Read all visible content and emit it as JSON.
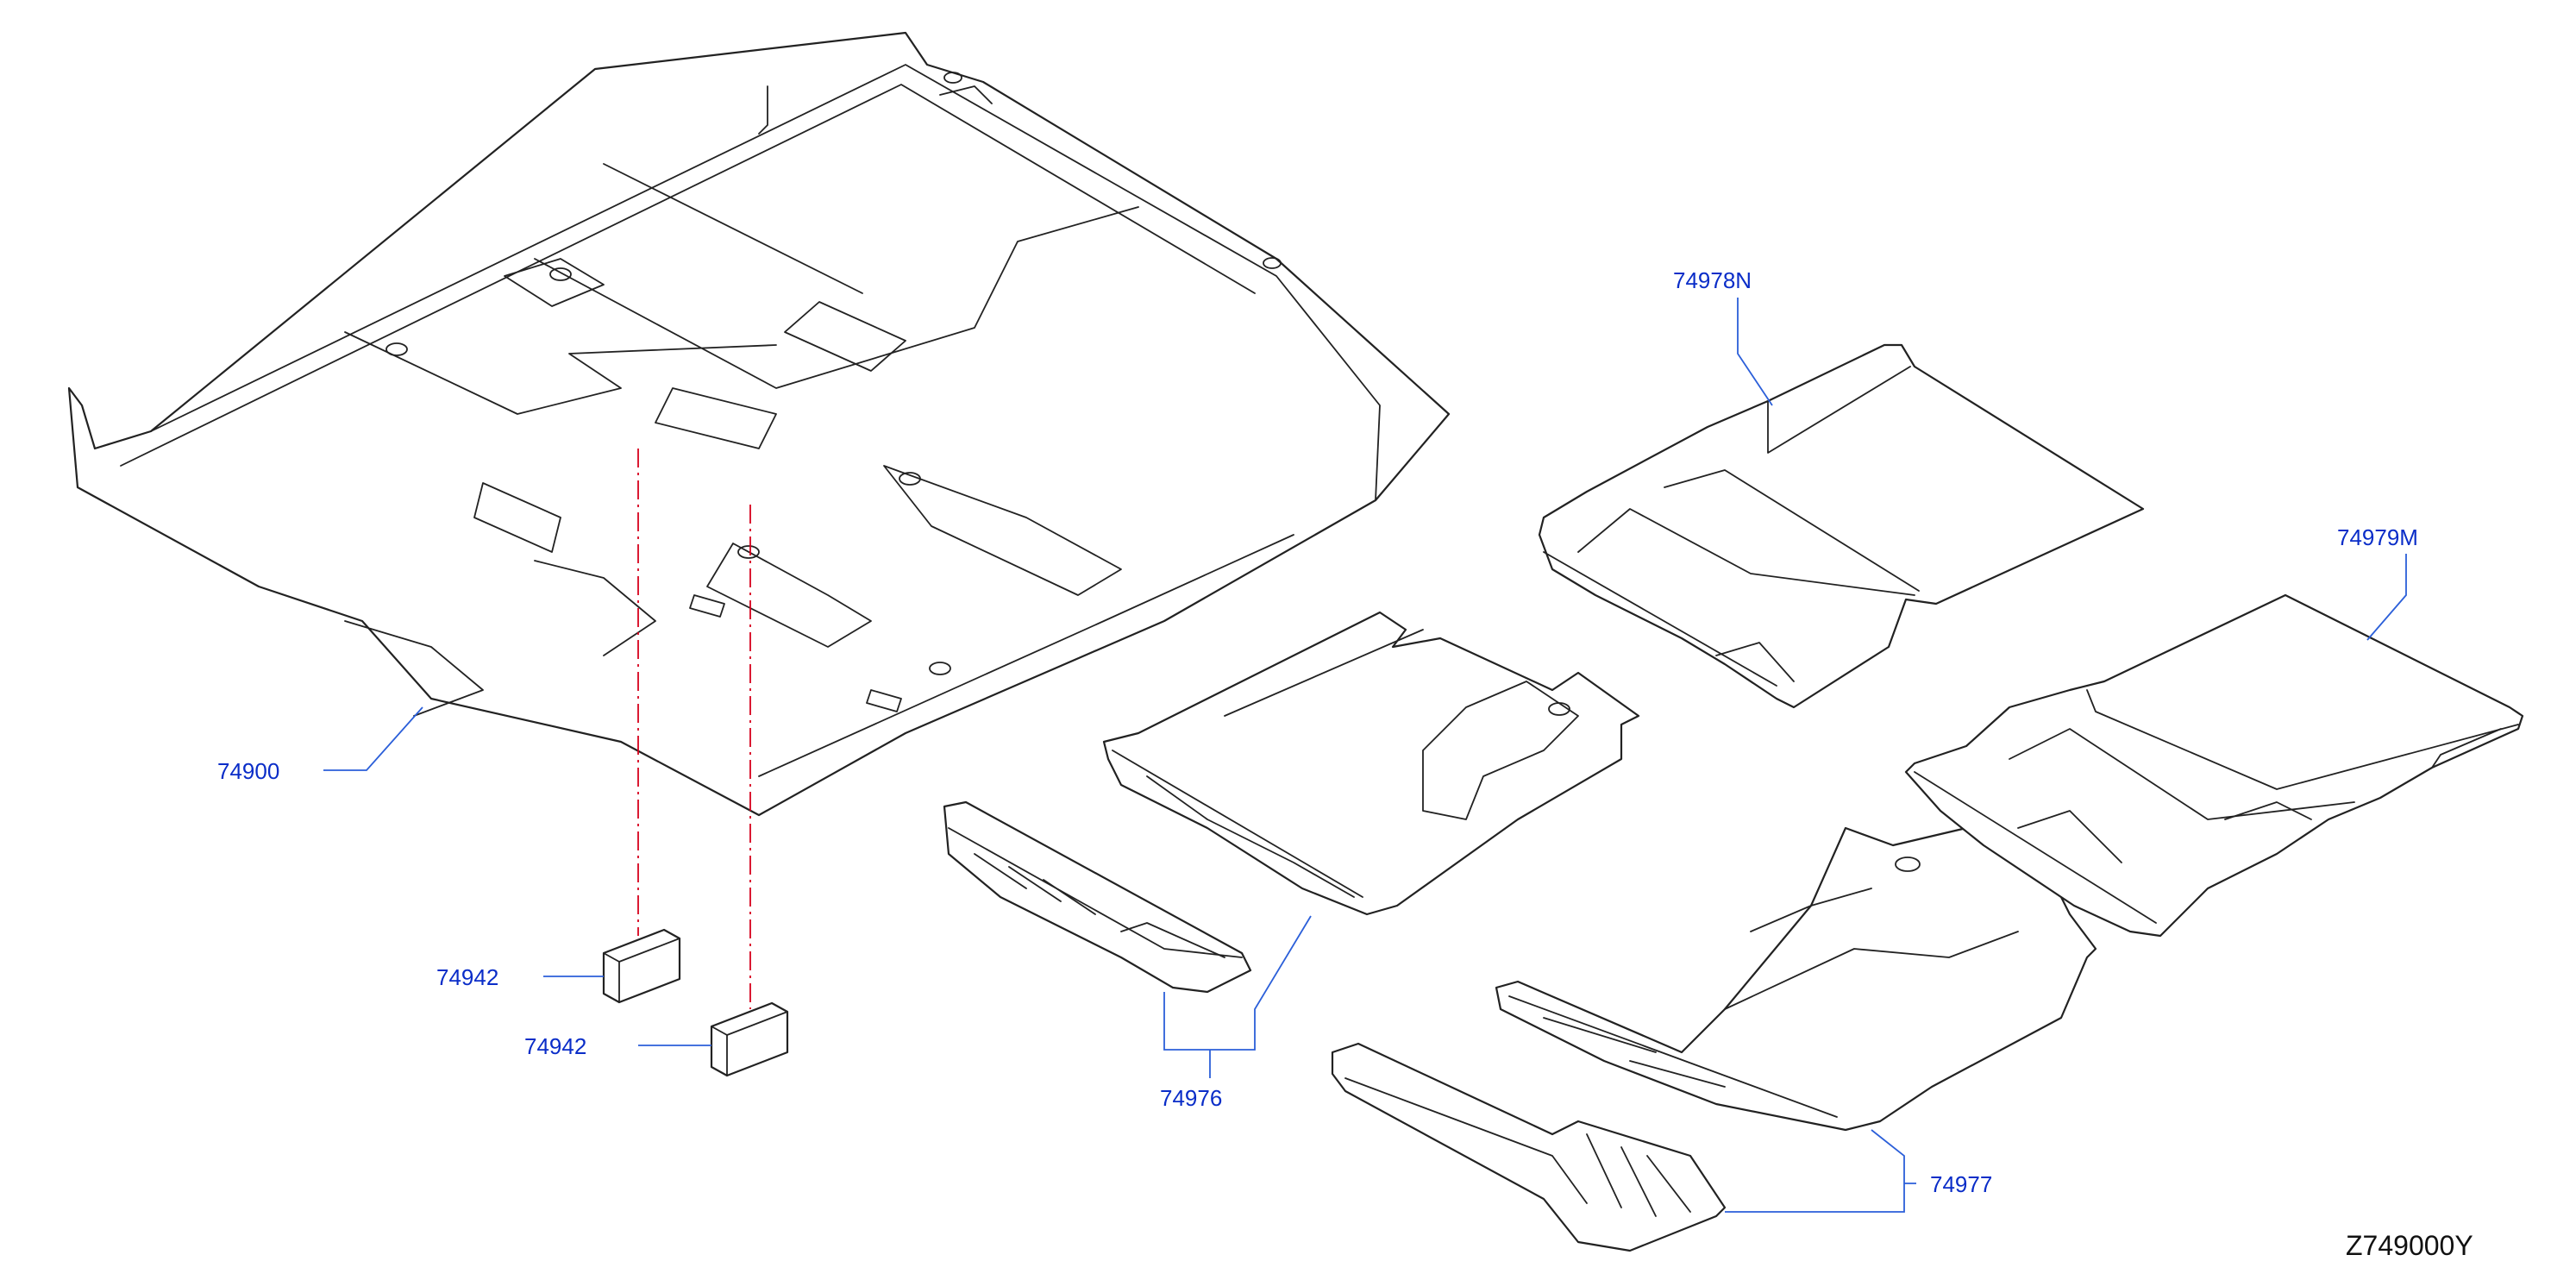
{
  "colors": {
    "outline": "#222222",
    "callout_text": "#0a2dc8",
    "leader_line": "#2b5fd9",
    "alignment_line": "#d6001c",
    "code_text": "#111111",
    "background": "#ffffff"
  },
  "callouts": {
    "main_carpet": "74900",
    "pad_upper": "74942",
    "pad_lower": "74942",
    "front_mat_pair": "74976",
    "rear_mat_pair": "74977",
    "third_row_mat_n": "74978N",
    "third_row_mat_m": "74979M"
  },
  "diagram_code": "Z749000Y"
}
